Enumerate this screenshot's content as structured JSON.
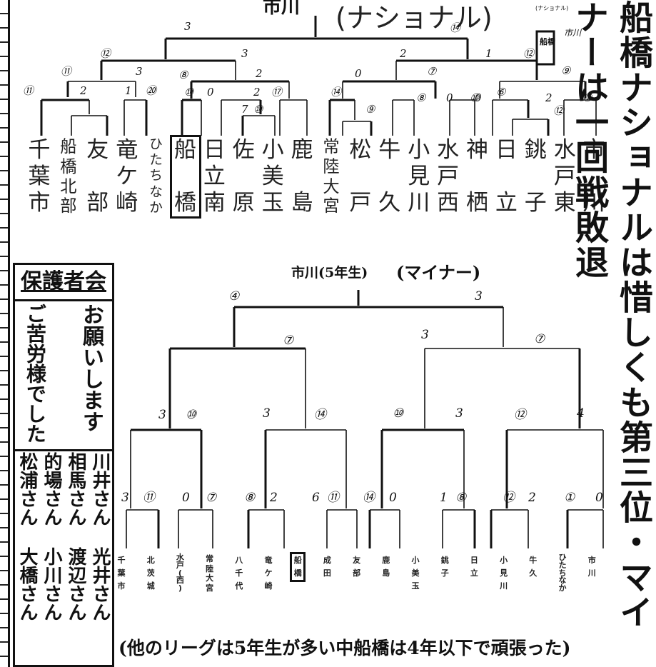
{
  "national": {
    "title_prefix": "市川",
    "title": "(ナショナル)",
    "stamp": "船橋",
    "stamp_note": "(ナショナル)",
    "stamp_side": "市川",
    "teams": [
      {
        "lines": [
          "千",
          "葉",
          "市"
        ]
      },
      {
        "lines": [
          "船",
          "橋",
          "北",
          "部"
        ]
      },
      {
        "lines": [
          "友",
          "",
          "部"
        ]
      },
      {
        "lines": [
          "竜",
          "ケ",
          "崎"
        ]
      },
      {
        "lines": [
          "ひ",
          "た",
          "ち",
          "な",
          "か"
        ]
      },
      {
        "lines": [
          "船",
          "",
          "橋"
        ]
      },
      {
        "lines": [
          "日",
          "立",
          "南"
        ]
      },
      {
        "lines": [
          "佐",
          "",
          "原"
        ]
      },
      {
        "lines": [
          "小",
          "美",
          "玉"
        ]
      },
      {
        "lines": [
          "鹿",
          "",
          "島"
        ]
      },
      {
        "lines": [
          "常",
          "陸",
          "大",
          "宮"
        ]
      },
      {
        "lines": [
          "松",
          "",
          "戸"
        ]
      },
      {
        "lines": [
          "牛",
          "",
          "久"
        ]
      },
      {
        "lines": [
          "小",
          "見",
          "川"
        ]
      },
      {
        "lines": [
          "水",
          "戸",
          "西"
        ]
      },
      {
        "lines": [
          "神",
          "",
          "栖"
        ]
      },
      {
        "lines": [
          "日",
          "",
          "立"
        ]
      },
      {
        "lines": [
          "銚",
          "",
          "子"
        ]
      },
      {
        "lines": [
          "水",
          "戸",
          "東"
        ]
      },
      {
        "lines": [
          "市",
          "",
          "川"
        ]
      }
    ],
    "scores": [
      "3",
      "⑫",
      "⑪",
      "3",
      "⑧",
      "3",
      "2",
      "⑭",
      "⑪",
      "2",
      "1",
      "⑳",
      "⑩",
      "0",
      "2",
      "⑰",
      "7",
      "⑩",
      "⑭",
      "0",
      "2",
      "⑦",
      "⑧",
      "0",
      "⑥",
      "1",
      "⑫",
      "⑦",
      "⑨",
      "⑫",
      "2",
      "⑨",
      "⑩",
      "0"
    ]
  },
  "minor": {
    "title": "市川(5年生)",
    "subtitle": "(マイナー)",
    "teams": [
      {
        "lines": [
          "千",
          "葉",
          "市"
        ]
      },
      {
        "lines": [
          "北",
          "茨",
          "城"
        ]
      },
      {
        "lines": [
          "水",
          "戸",
          "(",
          "西",
          ")"
        ]
      },
      {
        "lines": [
          "常",
          "陸",
          "大",
          "宮"
        ]
      },
      {
        "lines": [
          "八",
          "千",
          "代"
        ]
      },
      {
        "lines": [
          "竜",
          "ケ",
          "崎"
        ]
      },
      {
        "lines": [
          "船",
          "橋"
        ]
      },
      {
        "lines": [
          "成",
          "田"
        ]
      },
      {
        "lines": [
          "友",
          "部"
        ]
      },
      {
        "lines": [
          "鹿",
          "島"
        ]
      },
      {
        "lines": [
          "小",
          "美",
          "玉"
        ]
      },
      {
        "lines": [
          "銚",
          "子"
        ]
      },
      {
        "lines": [
          "日",
          "立"
        ]
      },
      {
        "lines": [
          "小",
          "見",
          "川"
        ]
      },
      {
        "lines": [
          "牛",
          "久"
        ]
      },
      {
        "lines": [
          "ひ",
          "た",
          "ち",
          "な",
          "か"
        ]
      },
      {
        "lines": [
          "市",
          "川"
        ]
      }
    ],
    "scores": [
      "④",
      "3",
      "⑦",
      "3",
      "⑦",
      "3",
      "⑩",
      "3",
      "⑭",
      "⑩",
      "3",
      "⑫",
      "4",
      "3",
      "⑪",
      "0",
      "⑦",
      "⑧",
      "2",
      "6",
      "⑪",
      "⑭",
      "0",
      "1",
      "⑧",
      "⑫",
      "2",
      "①",
      "0"
    ]
  },
  "side_text": "船橋ナショナルは惜しくも第三位・マイナーは一回戦敗退",
  "notice": {
    "header": "保護者会",
    "line1": "お願いします",
    "line2": "ご苦労様でした",
    "names": [
      "川井さん",
      "相馬さん",
      "的場さん",
      "松浦さん",
      "光井さん",
      "渡辺さん",
      "小川さん",
      "大橋さん"
    ]
  },
  "footer": "(他のリーグは5年生が多い中船橋は4年以下で頑張った)"
}
